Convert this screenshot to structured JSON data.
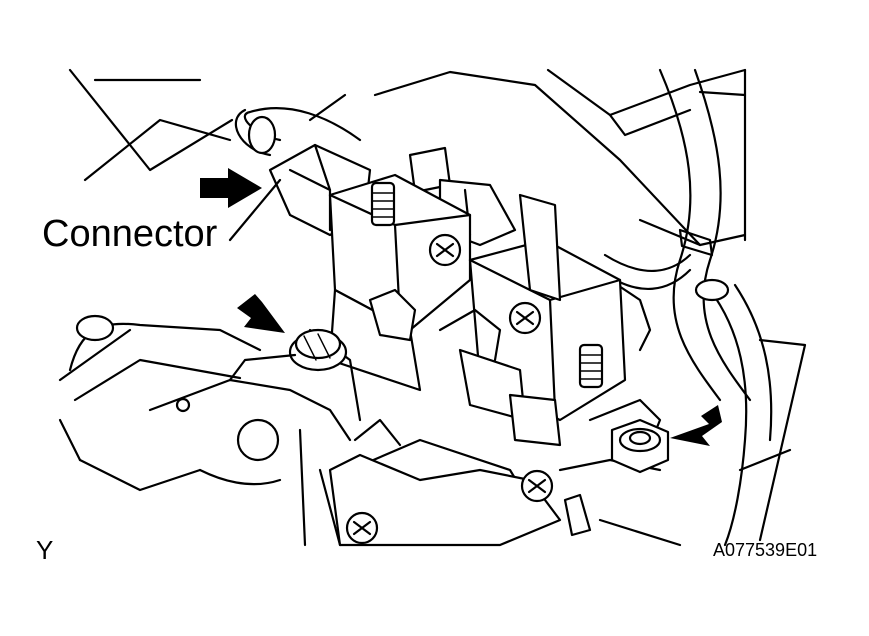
{
  "labels": {
    "connector": "Connector",
    "view": "Y",
    "figure_id": "A077539E01"
  },
  "colors": {
    "line": "#000000",
    "background": "#ffffff"
  },
  "markers": [
    "connector-arrow",
    "bolt-arrow-left",
    "bolt-arrow-right"
  ]
}
